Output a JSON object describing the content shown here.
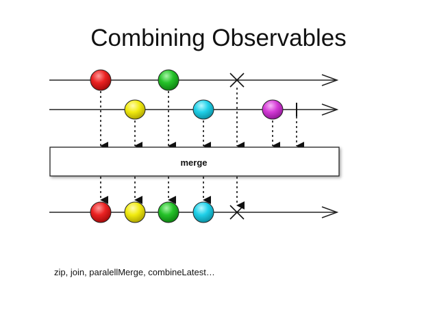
{
  "slide": {
    "title": "Combining Observables",
    "caption": "zip, join, paralellMerge, combineLatest…"
  },
  "operator": {
    "label": "merge"
  },
  "colors": {
    "red": "#e8191c",
    "yellow": "#f2ec12",
    "green": "#27c42a",
    "cyan": "#20d2ea",
    "magenta": "#d63fd8"
  },
  "input_stream_1": {
    "events": [
      {
        "kind": "item",
        "color": "red"
      },
      {
        "kind": "item",
        "color": "green"
      },
      {
        "kind": "error"
      }
    ]
  },
  "input_stream_2": {
    "events": [
      {
        "kind": "item",
        "color": "yellow"
      },
      {
        "kind": "item",
        "color": "cyan"
      },
      {
        "kind": "item",
        "color": "magenta"
      },
      {
        "kind": "complete"
      }
    ]
  },
  "output_stream": {
    "events": [
      {
        "kind": "item",
        "color": "red"
      },
      {
        "kind": "item",
        "color": "yellow"
      },
      {
        "kind": "item",
        "color": "green"
      },
      {
        "kind": "item",
        "color": "cyan"
      },
      {
        "kind": "error"
      }
    ]
  }
}
